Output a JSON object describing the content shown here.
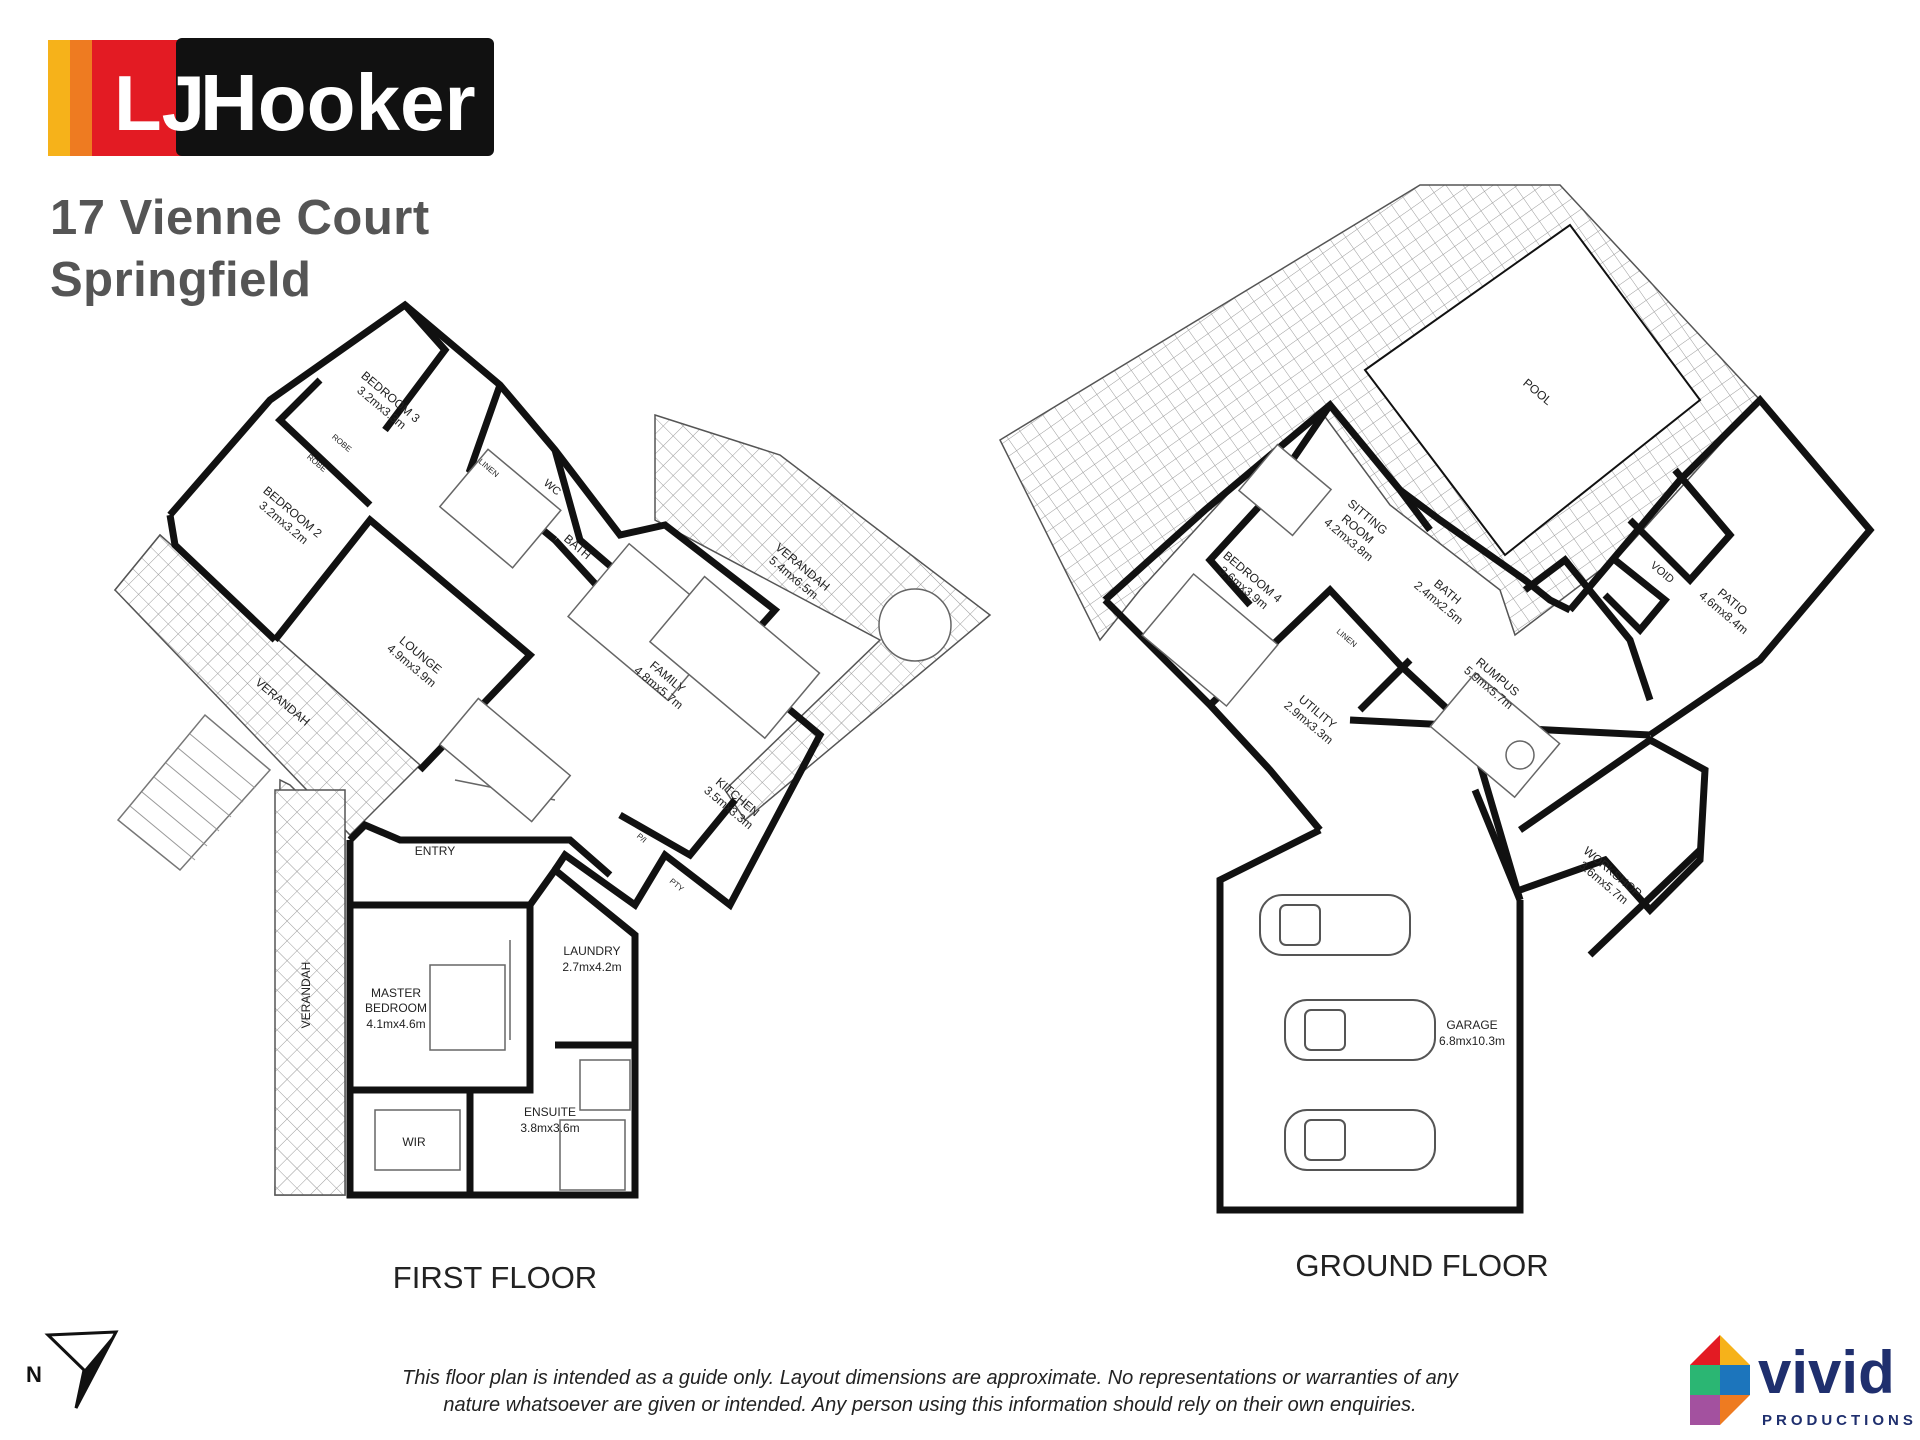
{
  "brand": {
    "logo_text": "LJ Hooker",
    "colors": {
      "red": "#e31b23",
      "black": "#111111",
      "yellow": "#f6b21a",
      "orange": "#ee7b21"
    }
  },
  "address": {
    "line1": "17 Vienne Court",
    "line2": "Springfield"
  },
  "first_floor": {
    "title": "FIRST FLOOR",
    "rooms": [
      {
        "name": "BEDROOM 3",
        "size": "3.2mx3.3m"
      },
      {
        "name": "BEDROOM 2",
        "size": "3.2mx3.2m"
      },
      {
        "name": "ROBE"
      },
      {
        "name": "ROBE"
      },
      {
        "name": "LINEN"
      },
      {
        "name": "WC"
      },
      {
        "name": "BATH"
      },
      {
        "name": "LOUNGE",
        "size": "4.9mx3.9m"
      },
      {
        "name": "FAMILY",
        "size": "4.8mx5.7m"
      },
      {
        "name": "VERANDAH",
        "size": "5.4mx6.5m"
      },
      {
        "name": "VERANDAH"
      },
      {
        "name": "KITCHEN",
        "size": "3.5mx3.3m"
      },
      {
        "name": "ENTRY"
      },
      {
        "name": "P/I"
      },
      {
        "name": "PTY"
      },
      {
        "name": "LAUNDRY",
        "size": "2.7mx4.2m"
      },
      {
        "name": "MASTER"
      },
      {
        "name": "BEDROOM",
        "size": "4.1mx4.6m"
      },
      {
        "name": "VERANDAH"
      },
      {
        "name": "WIR"
      },
      {
        "name": "ENSUITE",
        "size": "3.8mx3.6m"
      }
    ]
  },
  "ground_floor": {
    "title": "GROUND FLOOR",
    "rooms": [
      {
        "name": "POOL"
      },
      {
        "name": "SITTING"
      },
      {
        "name": "ROOM",
        "size": "4.2mx3.8m"
      },
      {
        "name": "BEDROOM 4",
        "size": "3.6mx3.9m"
      },
      {
        "name": "BATH",
        "size": "2.4mx2.5m"
      },
      {
        "name": "VOID"
      },
      {
        "name": "PATIO",
        "size": "4.6mx8.4m"
      },
      {
        "name": "LINEN"
      },
      {
        "name": "RUMPUS",
        "size": "5.9mx5.7m"
      },
      {
        "name": "UTILITY",
        "size": "2.9mx3.3m"
      },
      {
        "name": "WORKSHOP",
        "size": "3.6mx5.7m"
      },
      {
        "name": "GARAGE",
        "size": "6.8mx10.3m"
      }
    ]
  },
  "compass": {
    "label": "N"
  },
  "disclaimer": {
    "line1": "This floor plan is intended as a guide only. Layout dimensions are approximate. No representations or warranties of any",
    "line2": "nature whatsoever are given or intended. Any person using this information should rely on their own enquiries."
  },
  "producer": {
    "name": "vivid",
    "tagline": "PRODUCTIONS"
  }
}
